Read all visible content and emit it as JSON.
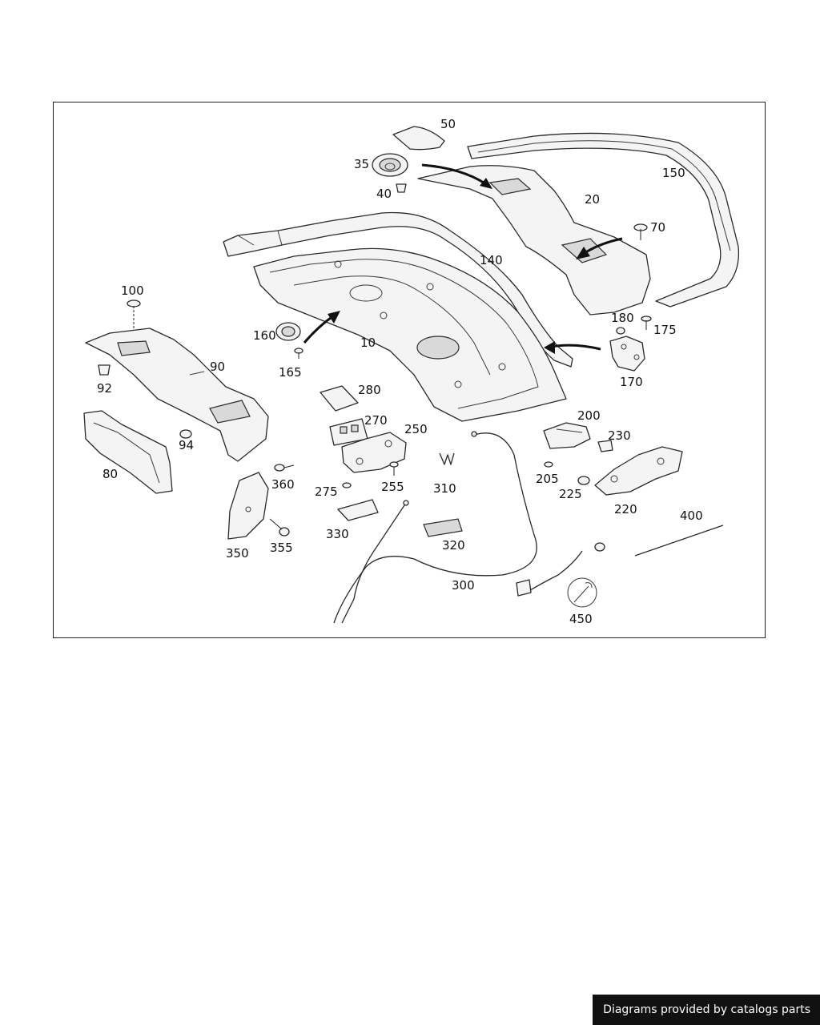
{
  "credit": "Diagrams provided by catalogs parts",
  "callouts": [
    "50",
    "35",
    "150",
    "40",
    "20",
    "70",
    "140",
    "100",
    "160",
    "180",
    "175",
    "10",
    "165",
    "90",
    "170",
    "92",
    "280",
    "200",
    "270",
    "250",
    "230",
    "94",
    "80",
    "205",
    "360",
    "310",
    "255",
    "275",
    "225",
    "220",
    "400",
    "330",
    "355",
    "320",
    "350",
    "300",
    "450"
  ],
  "colors": {
    "frame": "#222222",
    "banner_bg": "#111111",
    "banner_text": "#ffffff"
  }
}
